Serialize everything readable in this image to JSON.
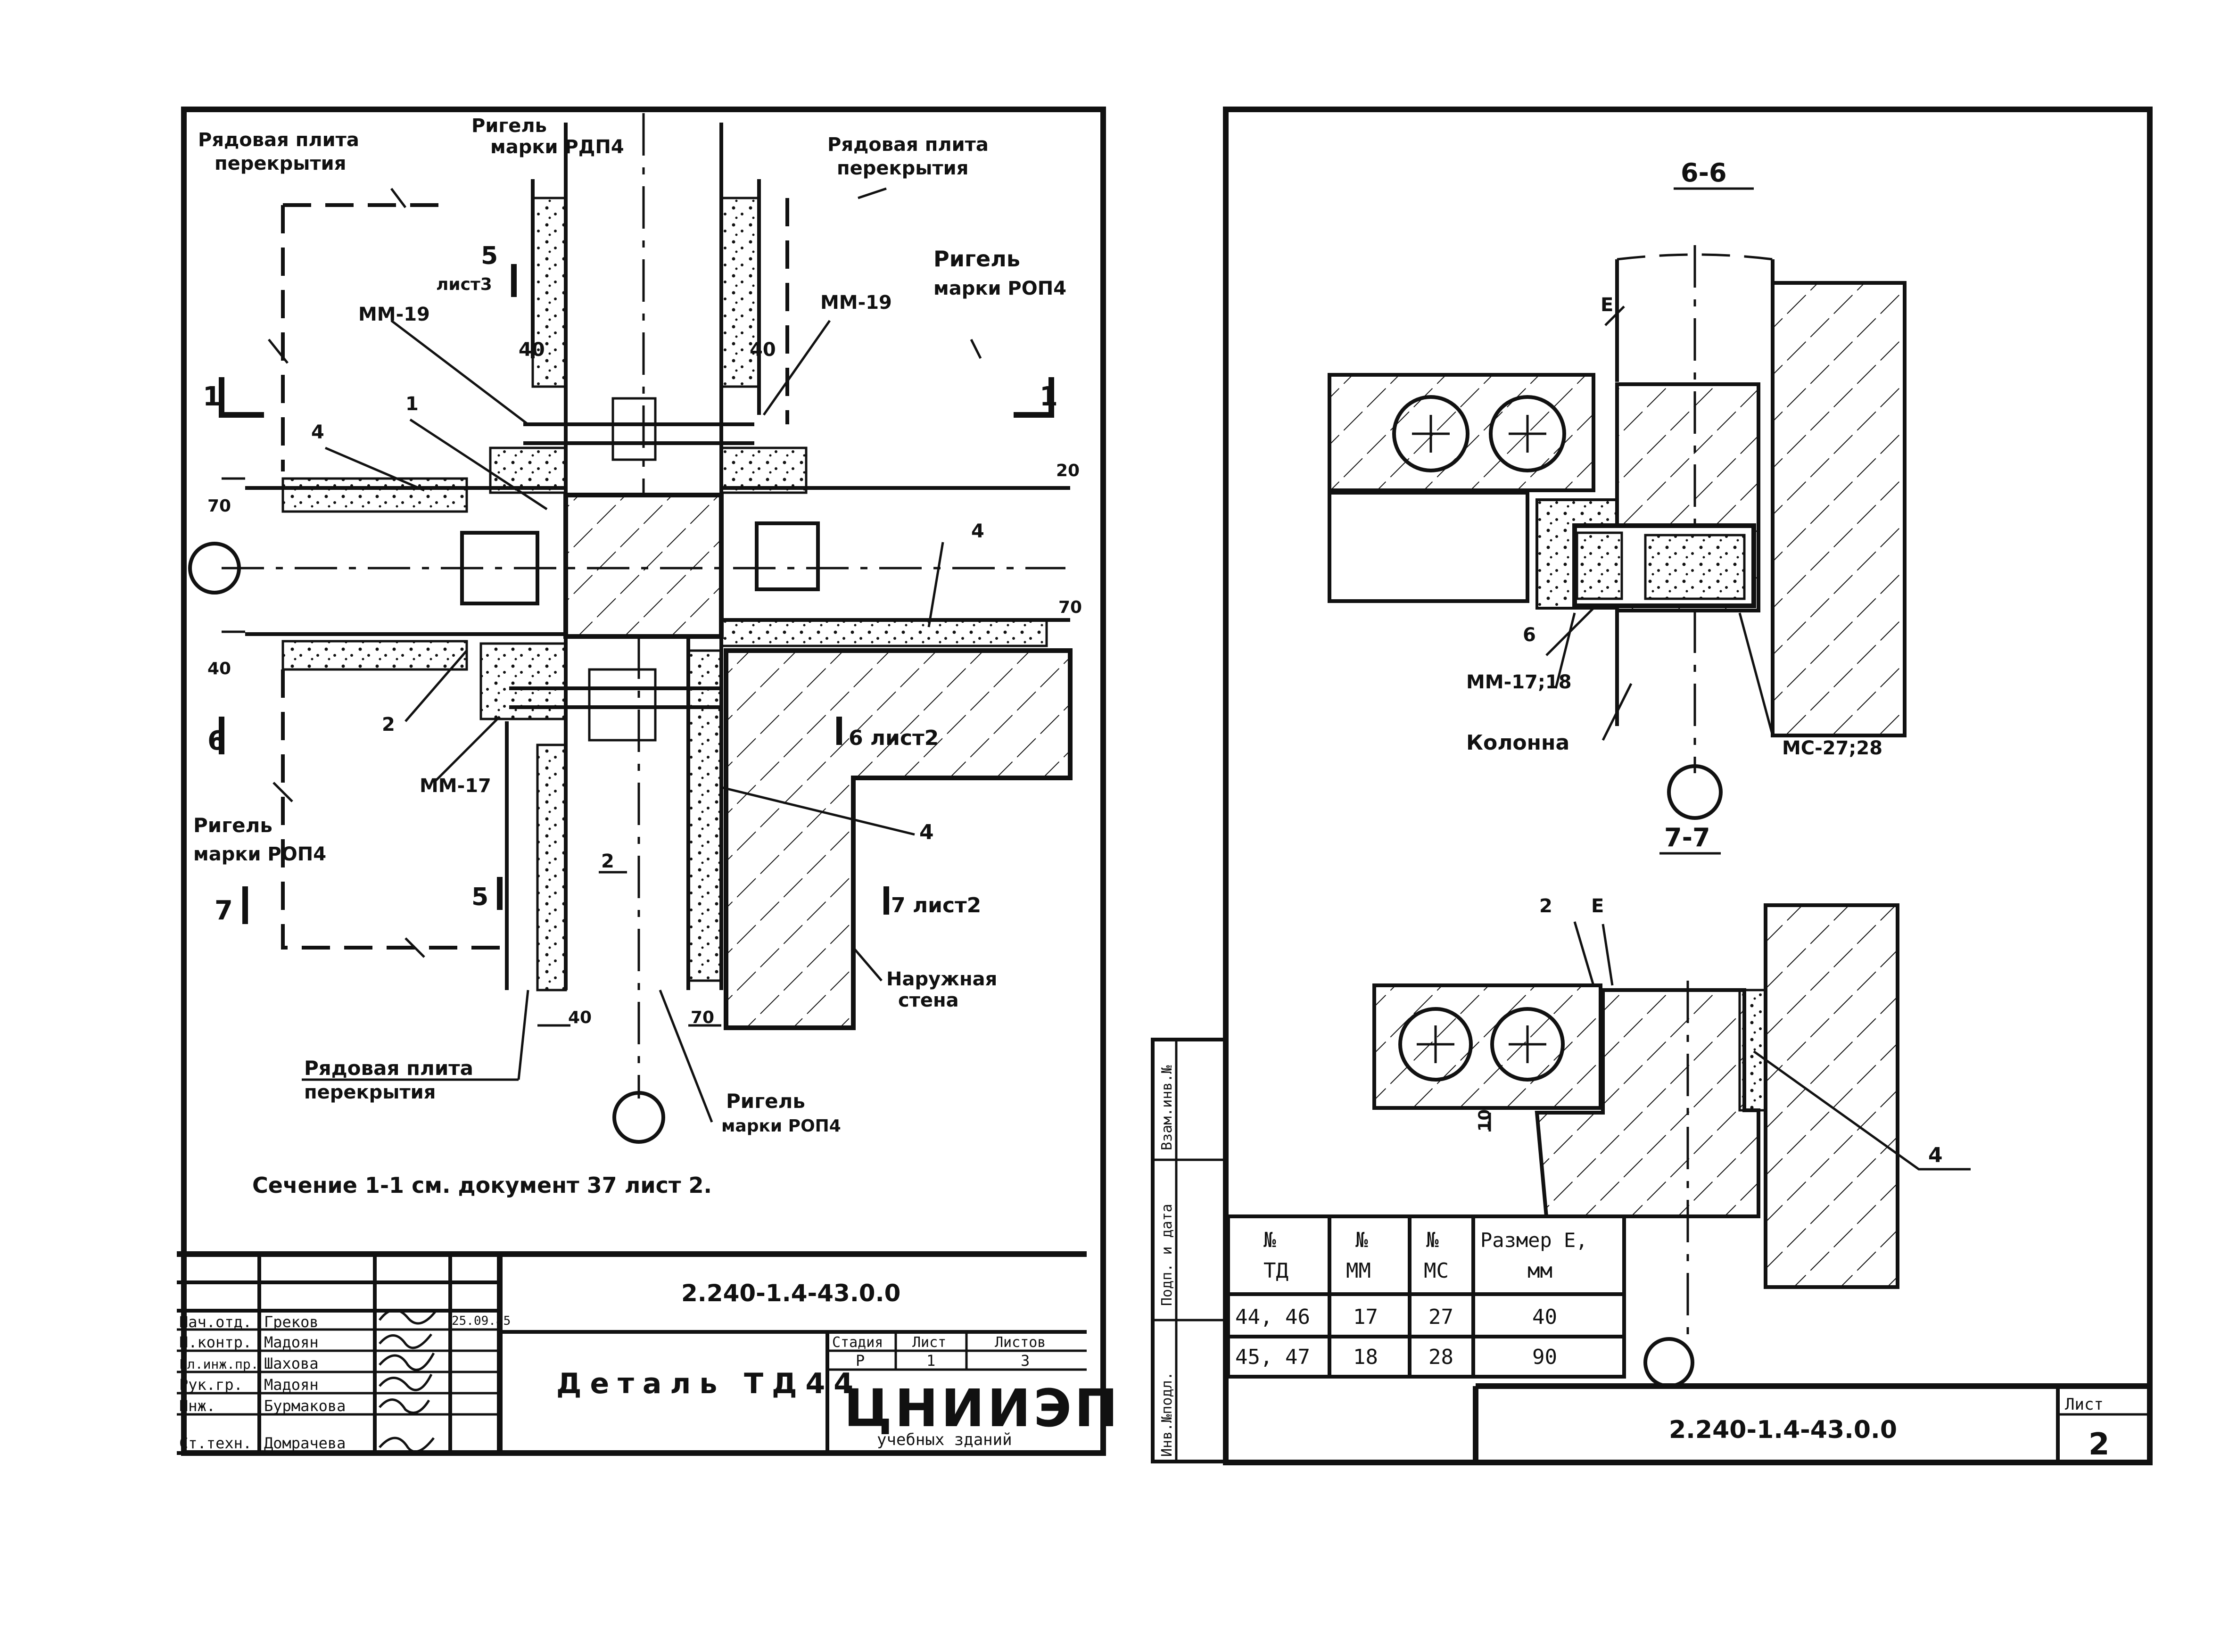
{
  "left_sheet": {
    "labels": {
      "slab_tl_1": "Рядовая плита",
      "slab_tl_2": "перекрытия",
      "rigel_top_1": "Ригель",
      "rigel_top_2": "марки РДП4",
      "slab_tr_1": "Рядовая плита",
      "slab_tr_2": "перекрытия",
      "rigel_right_1": "Ригель",
      "rigel_right_2": "марки РОП4",
      "rigel_left_1": "Ригель",
      "rigel_left_2": "марки РОП4",
      "slab_bottom_1": "Рядовая плита",
      "slab_bottom_2": "перекрытия",
      "rigel_bottom_1": "Ригель",
      "rigel_bottom_2": "марки РОП4",
      "ext_wall_1": "Наружная",
      "ext_wall_2": "стена",
      "mm19_left": "ММ-19",
      "mm19_right": "ММ-19",
      "mm17": "ММ-17",
      "sec5_top": "5",
      "sec5_top_sheet": "лист3",
      "sec5_bottom": "5",
      "sec1_left": "1",
      "sec1_right": "1",
      "sec6": "6",
      "sec6_ref": "6 лист2",
      "sec7": "7",
      "sec7_ref": "7 лист2",
      "n1": "1",
      "n2a": "2",
      "n2b": "2",
      "n4a": "4",
      "n4b": "4",
      "n4c": "4",
      "d40a": "40",
      "d40b": "40",
      "d40c": "40",
      "d40d": "40",
      "d70a": "70",
      "d70b": "70",
      "d70c": "70",
      "d20": "20"
    },
    "note": "Сечение 1-1 см. документ 37 лист 2.",
    "title_block": {
      "doc_code": "2.240-1.4-43.0.0",
      "title": "Деталь ТД44",
      "org_1": "ЦНИИЭП",
      "org_2": "учебных зданий",
      "stage_headers": [
        "Стадия",
        "Лист",
        "Листов"
      ],
      "stage_values": [
        "Р",
        "1",
        "3"
      ],
      "date": "25.09.85",
      "roles": [
        {
          "role": "Нач.отд.",
          "name": "Греков"
        },
        {
          "role": "Н.контр.",
          "name": "Мадоян"
        },
        {
          "role": "Гл.инж.пр.",
          "name": "Шахова"
        },
        {
          "role": "Рук.гр.",
          "name": "Мадоян"
        },
        {
          "role": "Инж.",
          "name": "Бурмакова"
        },
        {
          "role": "Ст.техн.",
          "name": "Домрачева"
        }
      ]
    }
  },
  "right_sheet": {
    "section_6": "6-6",
    "section_7": "7-7",
    "labels": {
      "e_top": "Е",
      "e_bottom": "Е",
      "n6": "6",
      "mm": "ММ-17;18",
      "column": "Колонна",
      "mc": "МС-27;28",
      "n2": "2",
      "n4": "4",
      "d10": "10"
    },
    "side_stamps": [
      "Взам.инв.№",
      "Подп. и дата",
      "Инв.№подл."
    ],
    "table": {
      "headers": [
        [
          "№",
          "ТД"
        ],
        [
          "№",
          "ММ"
        ],
        [
          "№",
          "МС"
        ],
        [
          "Размер Е,",
          "мм"
        ]
      ],
      "rows": [
        [
          "44, 46",
          "17",
          "27",
          "40"
        ],
        [
          "45, 47",
          "18",
          "28",
          "90"
        ]
      ]
    },
    "doc_code": "2.240-1.4-43.0.0",
    "sheet_label": "Лист",
    "sheet_number": "2"
  }
}
